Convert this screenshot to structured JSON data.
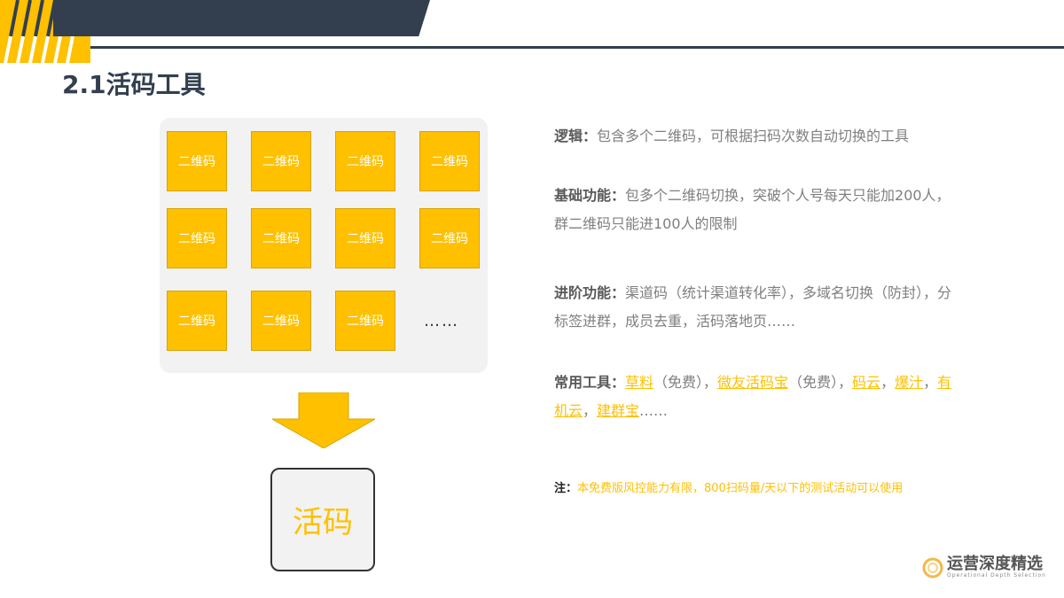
{
  "title": "2.1活码工具",
  "grid": {
    "cell_label": "二维码",
    "cells": [
      "二维码",
      "二维码",
      "二维码",
      "二维码",
      "二维码",
      "二维码",
      "二维码",
      "二维码",
      "二维码",
      "二维码",
      "二维码"
    ],
    "more": "……"
  },
  "result_box": "活码",
  "logic": {
    "label": "逻辑：",
    "text": "包含多个二维码，可根据扫码次数自动切换的工具"
  },
  "basic": {
    "label": "基础功能：",
    "text": "包多个二维码切换，突破个人号每天只能加200人，群二维码只能进100人的限制"
  },
  "advanced": {
    "label": "进阶功能：",
    "text": "渠道码（统计渠道转化率），多域名切换（防封），分标签进群，成员去重，活码落地页……"
  },
  "tools": {
    "label": "常用工具：",
    "items": [
      {
        "name": "草料",
        "suffix": "（免费），"
      },
      {
        "name": "微友活码宝",
        "suffix": "（免费），"
      },
      {
        "name": "码云",
        "suffix": "，"
      },
      {
        "name": "爆汁",
        "suffix": "，"
      },
      {
        "name": "有机云",
        "suffix": "，"
      },
      {
        "name": "建群宝",
        "suffix": "……"
      }
    ]
  },
  "note": {
    "label": "注：",
    "text": "本免费版风控能力有限，800扫码量/天以下的测试活动可以使用"
  },
  "logo": {
    "text": "运营深度精选",
    "sub": "Operational Depth Selection"
  },
  "colors": {
    "accent": "#ffc000",
    "dark": "#333f4f"
  }
}
